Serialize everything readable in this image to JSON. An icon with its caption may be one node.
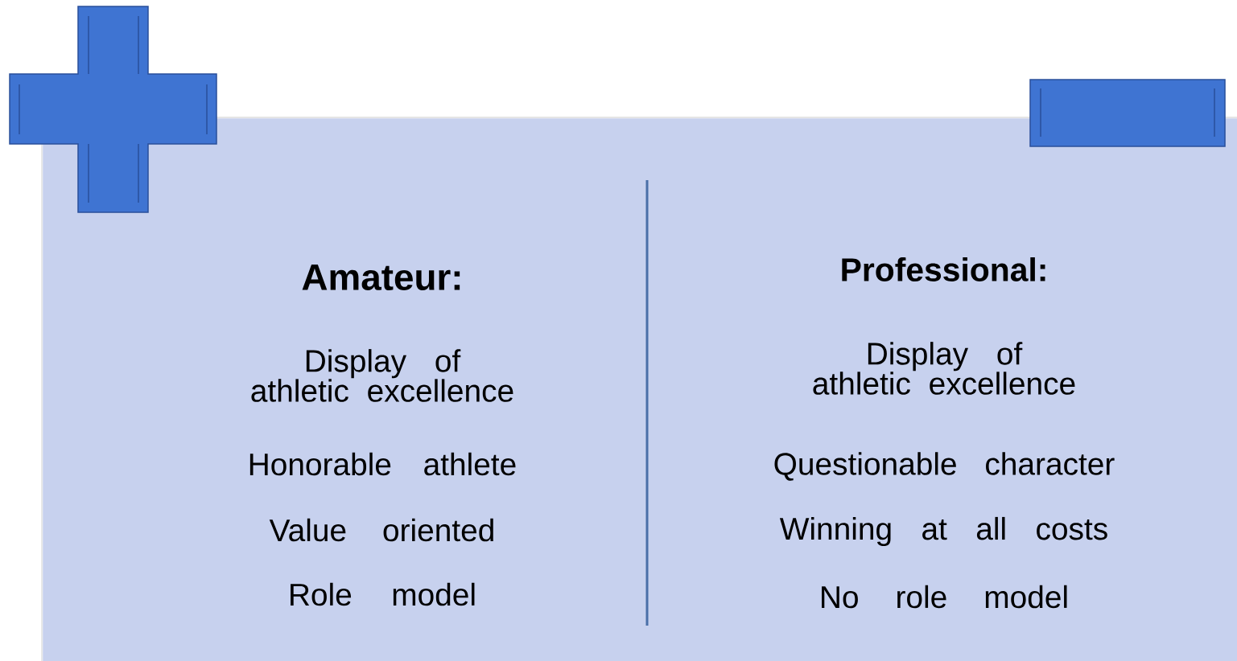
{
  "diagram": {
    "nodes": [
      {
        "text": [
          "Amateur:",
          "Display of athletic excellence",
          "Honorable athlete",
          "Value oriented",
          "Role model",
          "Professional:",
          "Display of athletic excellence",
          "Questionable character",
          "Winning at all costs",
          "No role model"
        ]
      }
    ]
  }
}
